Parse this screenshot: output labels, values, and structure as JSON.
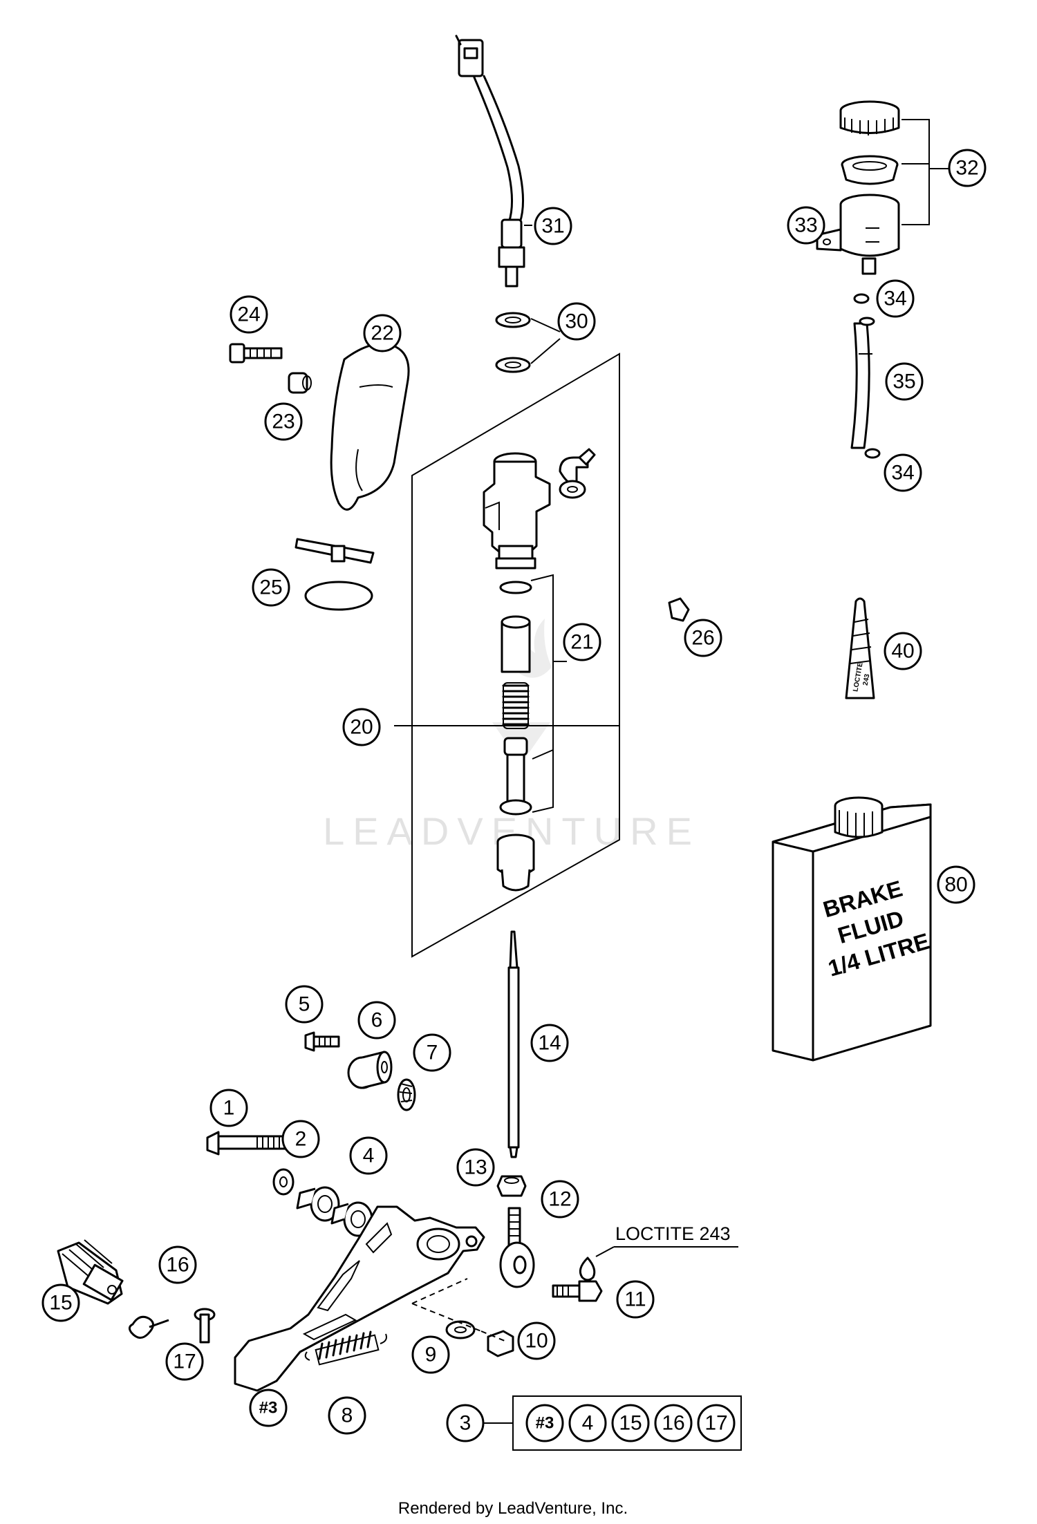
{
  "callouts": [
    {
      "id": "c1",
      "label": "1"
    },
    {
      "id": "c2",
      "label": "2"
    },
    {
      "id": "c3",
      "label": "3"
    },
    {
      "id": "c4",
      "label": "4"
    },
    {
      "id": "c5",
      "label": "5"
    },
    {
      "id": "c6",
      "label": "6"
    },
    {
      "id": "c7",
      "label": "7"
    },
    {
      "id": "c8",
      "label": "8"
    },
    {
      "id": "c9",
      "label": "9"
    },
    {
      "id": "c10",
      "label": "10"
    },
    {
      "id": "c11",
      "label": "11"
    },
    {
      "id": "c12",
      "label": "12"
    },
    {
      "id": "c13",
      "label": "13"
    },
    {
      "id": "c14",
      "label": "14"
    },
    {
      "id": "c15",
      "label": "15"
    },
    {
      "id": "c16",
      "label": "16"
    },
    {
      "id": "c17",
      "label": "17"
    },
    {
      "id": "c20",
      "label": "20"
    },
    {
      "id": "c21",
      "label": "21"
    },
    {
      "id": "c22",
      "label": "22"
    },
    {
      "id": "c23",
      "label": "23"
    },
    {
      "id": "c24",
      "label": "24"
    },
    {
      "id": "c25",
      "label": "25"
    },
    {
      "id": "c26",
      "label": "26"
    },
    {
      "id": "c30",
      "label": "30"
    },
    {
      "id": "c31",
      "label": "31"
    },
    {
      "id": "c32",
      "label": "32"
    },
    {
      "id": "c33",
      "label": "33"
    },
    {
      "id": "c34a",
      "label": "34"
    },
    {
      "id": "c34b",
      "label": "34"
    },
    {
      "id": "c35",
      "label": "35"
    },
    {
      "id": "c40",
      "label": "40"
    },
    {
      "id": "c80",
      "label": "80"
    },
    {
      "id": "cH3",
      "label": "#3"
    }
  ],
  "kit": {
    "label": "3",
    "items": [
      "#3",
      "4",
      "15",
      "16",
      "17"
    ]
  },
  "annotations": {
    "loctite": "LOCTITE 243",
    "brake_fluid": [
      "BRAKE",
      "FLUID",
      "1/4 LITRE"
    ],
    "bottle": [
      "LOCTITE",
      "243"
    ]
  },
  "watermark": "LEADVENTURE",
  "footer": "Rendered by LeadVenture, Inc."
}
